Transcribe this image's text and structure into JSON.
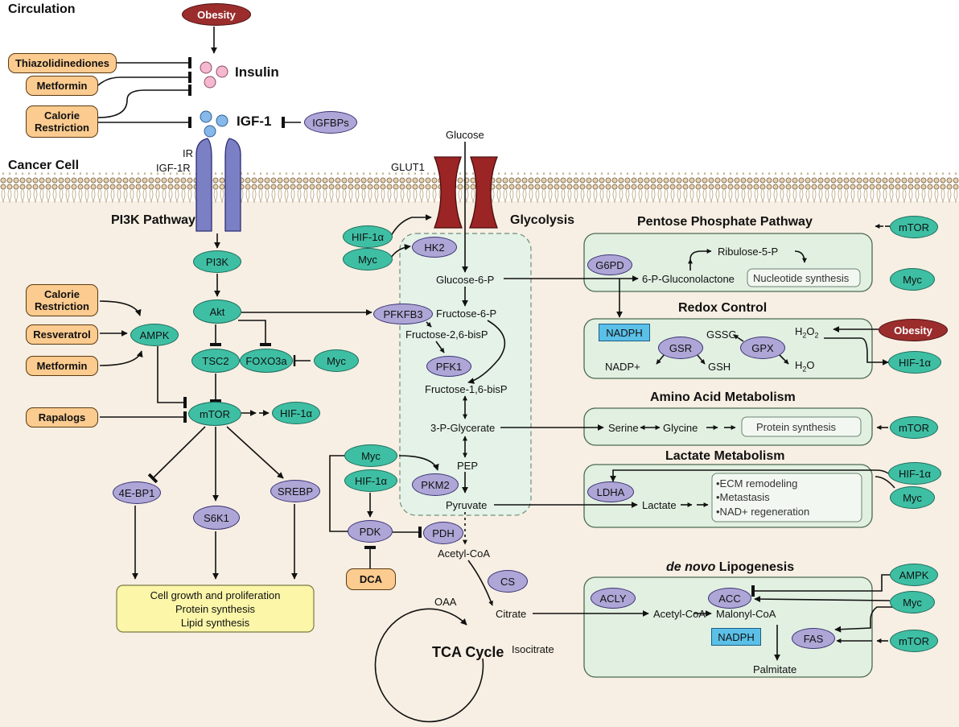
{
  "regions": {
    "circulation": "Circulation",
    "cancer_cell": "Cancer Cell",
    "receptor": [
      "IR",
      "IGF-1R"
    ],
    "glut1": "GLUT1",
    "glucose": "Glucose"
  },
  "section_titles": {
    "pi3k": "PI3K Pathway",
    "glycolysis": "Glycolysis",
    "ppp": "Pentose Phosphate Pathway",
    "redox": "Redox Control",
    "amino": "Amino Acid Metabolism",
    "lactate": "Lactate Metabolism",
    "lipo_italic": "de novo",
    "lipo_rest": " Lipogenesis",
    "tca": "TCA Cycle"
  },
  "ligands": {
    "insulin": "Insulin",
    "igf1": "IGF-1"
  },
  "interventions": {
    "thiazolidinediones": "Thiazolidinediones",
    "metformin": "Metformin",
    "calorie_restriction": [
      "Calorie",
      "Restriction"
    ],
    "resveratrol": "Resveratrol",
    "rapalogs": "Rapalogs",
    "dca": "DCA"
  },
  "risk_factors": {
    "obesity": "Obesity"
  },
  "signaling": {
    "igfbps": "IGFBPs",
    "pi3k": "PI3K",
    "akt": "Akt",
    "ampk": "AMPK",
    "tsc2": "TSC2",
    "foxo3a": "FOXO3a",
    "myc": "Myc",
    "mtor": "mTOR",
    "hif1a": "HIF-1α",
    "four_ebp1": "4E-BP1",
    "s6k1": "S6K1",
    "srebp": "SREBP"
  },
  "outcome_box": [
    "Cell growth and proliferation",
    "Protein synthesis",
    "Lipid synthesis"
  ],
  "enzymes": {
    "hk2": "HK2",
    "pfkfb3": "PFKFB3",
    "pfk1": "PFK1",
    "pkm2": "PKM2",
    "pdk": "PDK",
    "pdh": "PDH",
    "cs": "CS",
    "g6pd": "G6PD",
    "gsr": "GSR",
    "gpx": "GPX",
    "ldha": "LDHA",
    "acly": "ACLY",
    "acc": "ACC",
    "fas": "FAS"
  },
  "metabolites": {
    "glucose_6_p": "Glucose-6-P",
    "fructose_6_p": "Fructose-6-P",
    "fructose_26_bisp": "Fructose-2,6-bisP",
    "fructose_16_bisp": "Fructose-1,6-bisP",
    "three_p_glycerate": "3-P-Glycerate",
    "pep": "PEP",
    "pyruvate": "Pyruvate",
    "acetyl_coa": "Acetyl-CoA",
    "oaa": "OAA",
    "citrate": "Citrate",
    "isocitrate": "Isocitrate",
    "ribulose_5_p": "Ribulose-5-P",
    "six_p_gluconolactone": "6-P-Gluconolactone",
    "nucleotide_synthesis": "Nucleotide synthesis",
    "nadph": "NADPH",
    "nadp_plus": "NADP+",
    "gssg": "GSSG",
    "gsh": "GSH",
    "h2o2": [
      "H",
      "2",
      "O",
      "2"
    ],
    "h2o": [
      "H",
      "2",
      "O"
    ],
    "serine": "Serine",
    "glycine": "Glycine",
    "protein_synthesis": "Protein synthesis",
    "lactate": "Lactate",
    "lactate_outcomes": [
      "•ECM remodeling",
      "•Metastasis",
      "•NAD+ regeneration"
    ],
    "malonyl_coa": "Malonyl-CoA",
    "palmitate": "Palmitate"
  },
  "colors": {
    "teal": "#3ebfa4",
    "purple": "#aea6d6",
    "orange": "#fbcb8f",
    "obesity_red": "#9b2d2d",
    "cell_background": "#f7efe3",
    "pathway_box": "#e2f0e1",
    "receptor_blue": "#7b7fc4",
    "glut_red": "#9b2424",
    "outcome_yellow": "#fbf6a8",
    "nadph_blue": "#5bc0e8"
  }
}
